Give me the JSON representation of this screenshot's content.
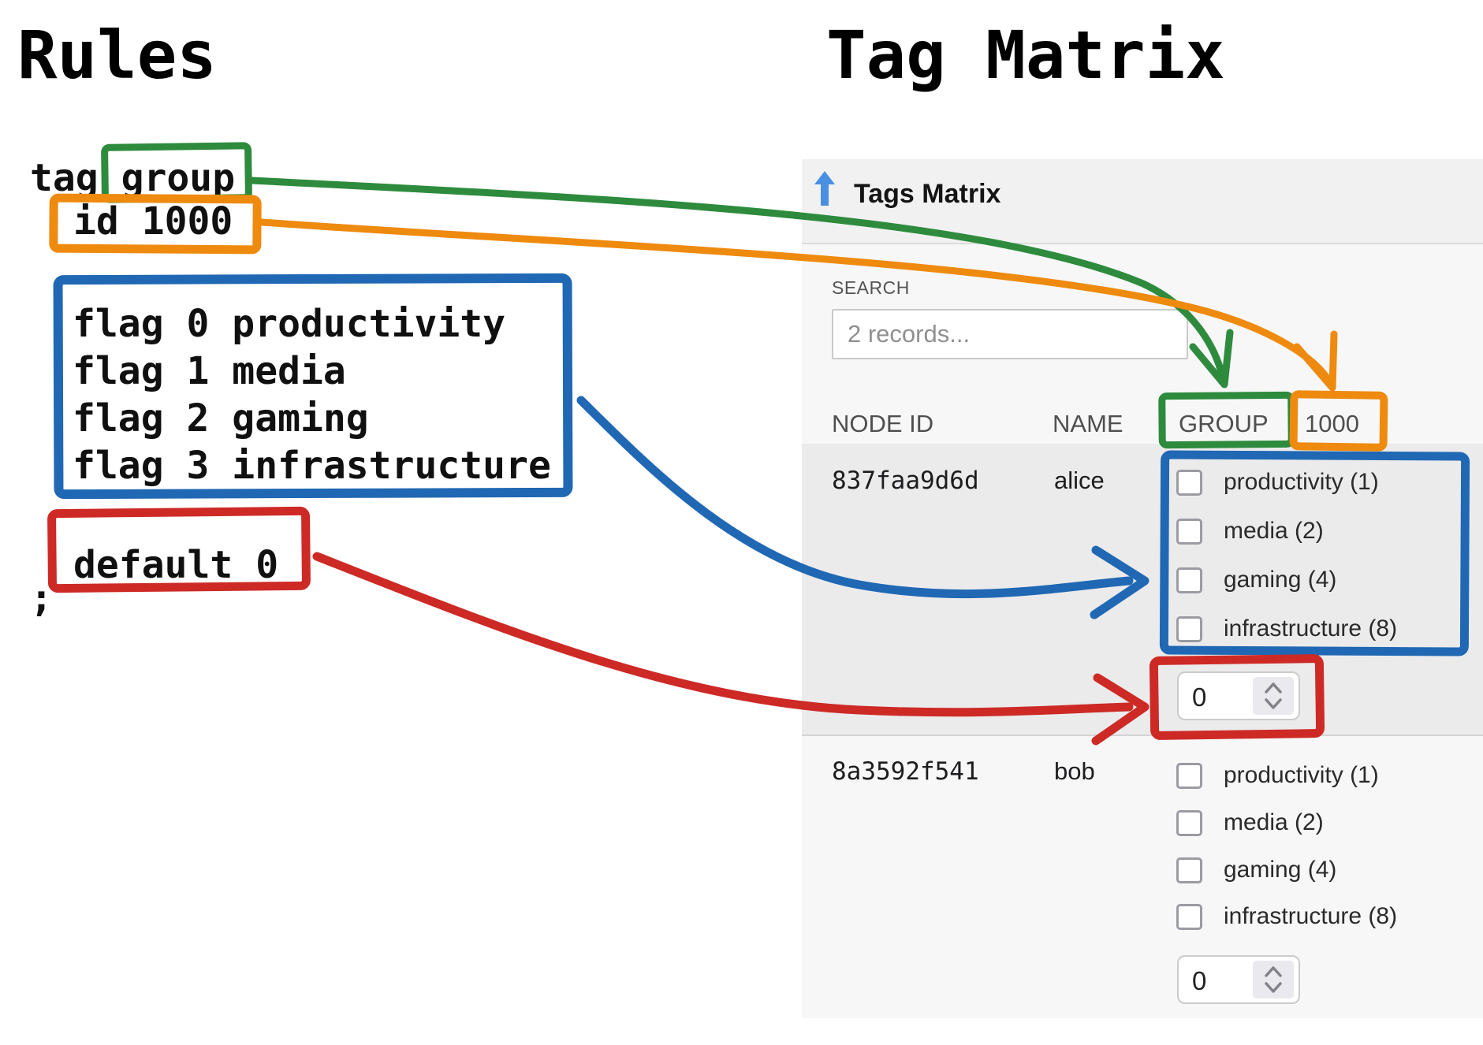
{
  "headings": {
    "left": "Rules",
    "right": "Tag Matrix"
  },
  "code": {
    "tag_keyword": "tag",
    "tag_value": "group",
    "id_line": "id 1000",
    "flags": [
      "flag 0 productivity",
      "flag 1 media",
      "flag 2 gaming",
      "flag 3 infrastructure"
    ],
    "default_line": "default 0",
    "terminator": ";"
  },
  "panel": {
    "title": "Tags Matrix",
    "search": {
      "label": "SEARCH",
      "placeholder": "2 records..."
    },
    "columns": [
      "NODE ID",
      "NAME",
      "GROUP",
      "1000"
    ],
    "rows": [
      {
        "node_id": "837faa9d6d",
        "name": "alice",
        "tags": [
          "productivity (1)",
          "media (2)",
          "gaming (4)",
          "infrastructure (8)"
        ],
        "value": "0"
      },
      {
        "node_id": "8a3592f541",
        "name": "bob",
        "tags": [
          "productivity (1)",
          "media (2)",
          "gaming (4)",
          "infrastructure (8)"
        ],
        "value": "0"
      }
    ]
  },
  "annotations": {
    "colors": {
      "green": "#2e8b3d",
      "orange": "#ee8a0e",
      "blue": "#2068b3",
      "red": "#cd2a26",
      "header_arrow": "#4a90e2"
    }
  }
}
